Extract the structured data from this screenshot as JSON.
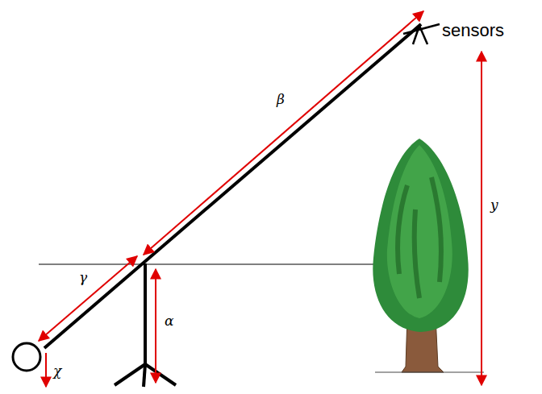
{
  "diagram": {
    "labels": [
      "sensors",
      "β",
      "γ",
      "α",
      "χ",
      "y"
    ]
  }
}
